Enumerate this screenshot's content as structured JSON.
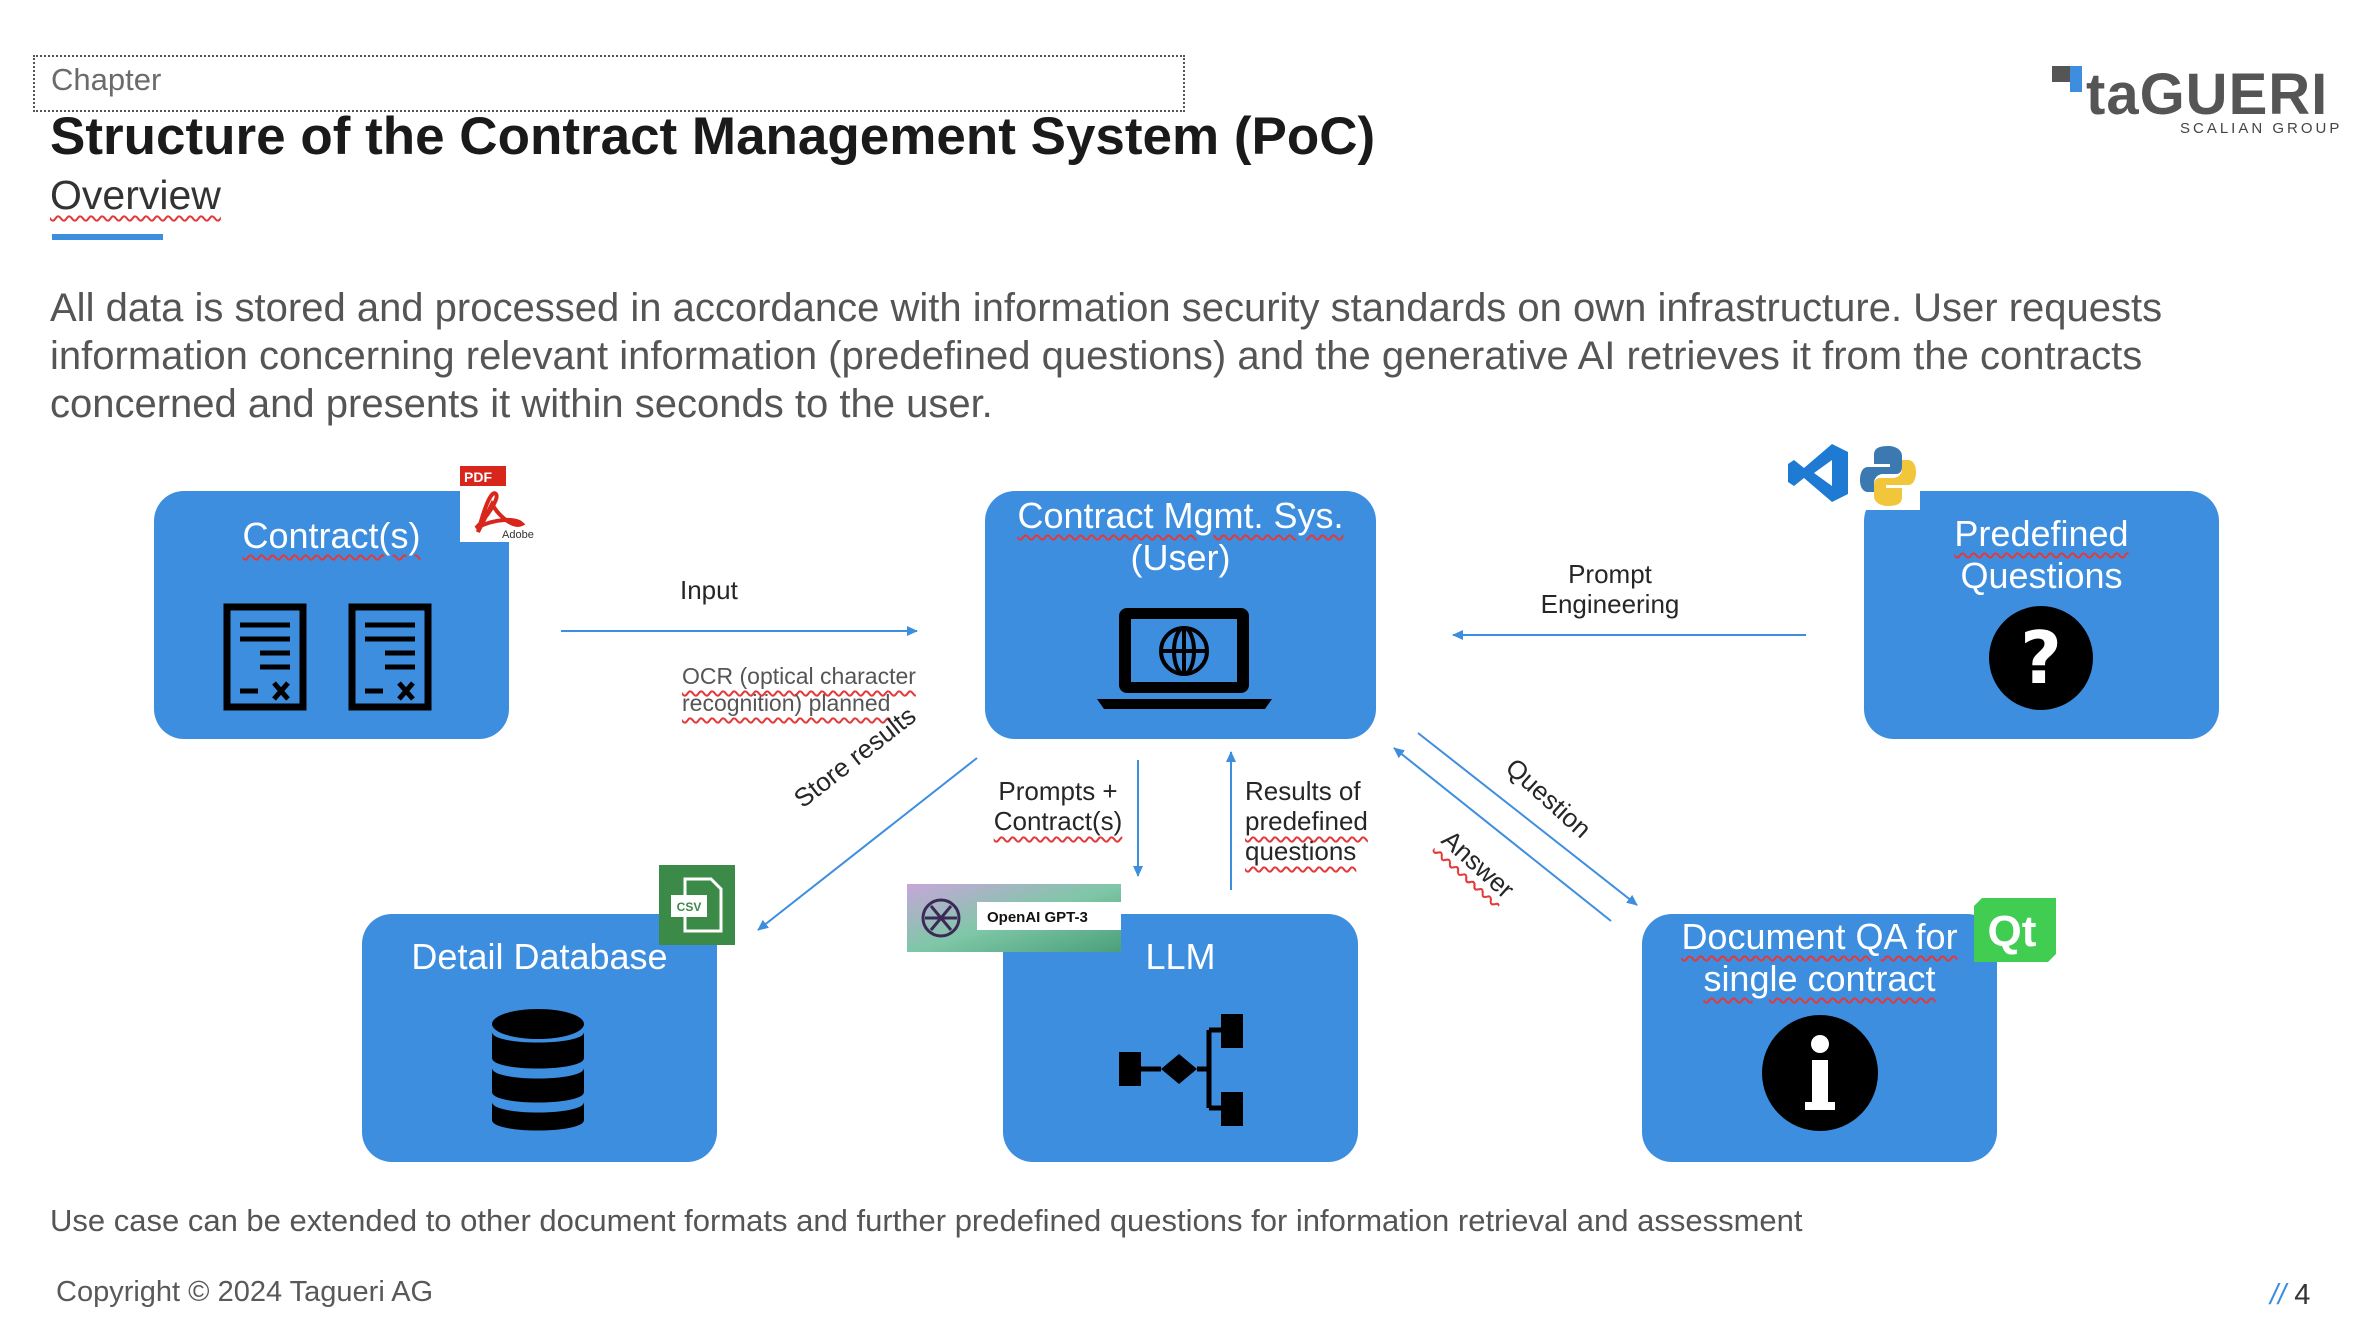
{
  "header": {
    "chapter": "Chapter",
    "title": "Structure of the Contract Management System (PoC)",
    "subtitle": "Overview"
  },
  "brand": {
    "logo_text": "taGUERI",
    "logo_tagline": "SCALIAN GROUP",
    "accent_color": "#3e8ee0",
    "box_color": "#3e8ee0"
  },
  "intro": {
    "paragraph": "All data is stored and processed in accordance with information security standards on own infrastructure. User requests information concerning relevant information (predefined questions) and the generative AI retrieves it from the contracts concerned and presents it within seconds to the user."
  },
  "diagram": {
    "nodes": {
      "contracts": {
        "title": "Contract(s)",
        "icon": "document-icons",
        "badge": "pdf-adobe-icon",
        "badge_text": "PDF"
      },
      "cms": {
        "title_line1": "Contract Mgmt. Sys.",
        "title_line2": "(User)",
        "icon": "laptop-globe-icon"
      },
      "predefined": {
        "title_line1": "Predefined",
        "title_line2": "Questions",
        "icon": "question-mark-icon",
        "badges": [
          "vscode-icon",
          "python-icon"
        ]
      },
      "database": {
        "title": "Detail Database",
        "icon": "database-icon",
        "badge": "csv-file-icon",
        "badge_text": "CSV"
      },
      "llm": {
        "title": "LLM",
        "icon": "workflow-icon",
        "badge": "openai-gpt3-badge",
        "badge_text": "OpenAI GPT-3"
      },
      "docqa": {
        "title_line1": "Document QA for",
        "title_line2": "single contract",
        "icon": "info-icon",
        "badge": "qt-icon",
        "badge_text": "Qt"
      }
    },
    "edges": {
      "input": "Input",
      "ocr_line1": "OCR (optical character",
      "ocr_line2": "recognition) planned",
      "prompt_eng_line1": "Prompt",
      "prompt_eng_line2": "Engineering",
      "store_results": "Store results",
      "prompts_line1": "Prompts +",
      "prompts_line2": "Contract(s)",
      "results_line1": "Results of",
      "results_line2": "predefined",
      "results_line3": "questions",
      "question": "Question",
      "answer": "Answer"
    }
  },
  "footer": {
    "note": "Use case can be extended to other document formats and further predefined questions for information retrieval and assessment",
    "copyright": "Copyright © 2024 Tagueri AG",
    "page_slash": "//",
    "page_number": "4"
  }
}
